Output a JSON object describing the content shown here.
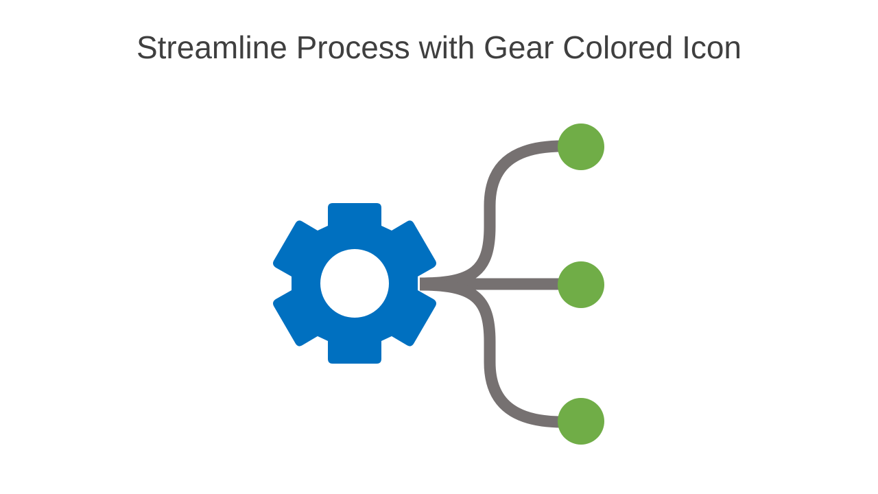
{
  "slide": {
    "title": "Streamline Process with Gear Colored Icon"
  },
  "colors": {
    "gear": "#0070C0",
    "connector": "#767171",
    "node": "#70AD47",
    "title": "#3F3F3F",
    "background": "#FFFFFF"
  },
  "diagram": {
    "center_icon": "gear-icon",
    "branches": [
      {
        "name": "top-branch",
        "node_icon": "circle-node"
      },
      {
        "name": "middle-branch",
        "node_icon": "circle-node"
      },
      {
        "name": "bottom-branch",
        "node_icon": "circle-node"
      }
    ]
  }
}
